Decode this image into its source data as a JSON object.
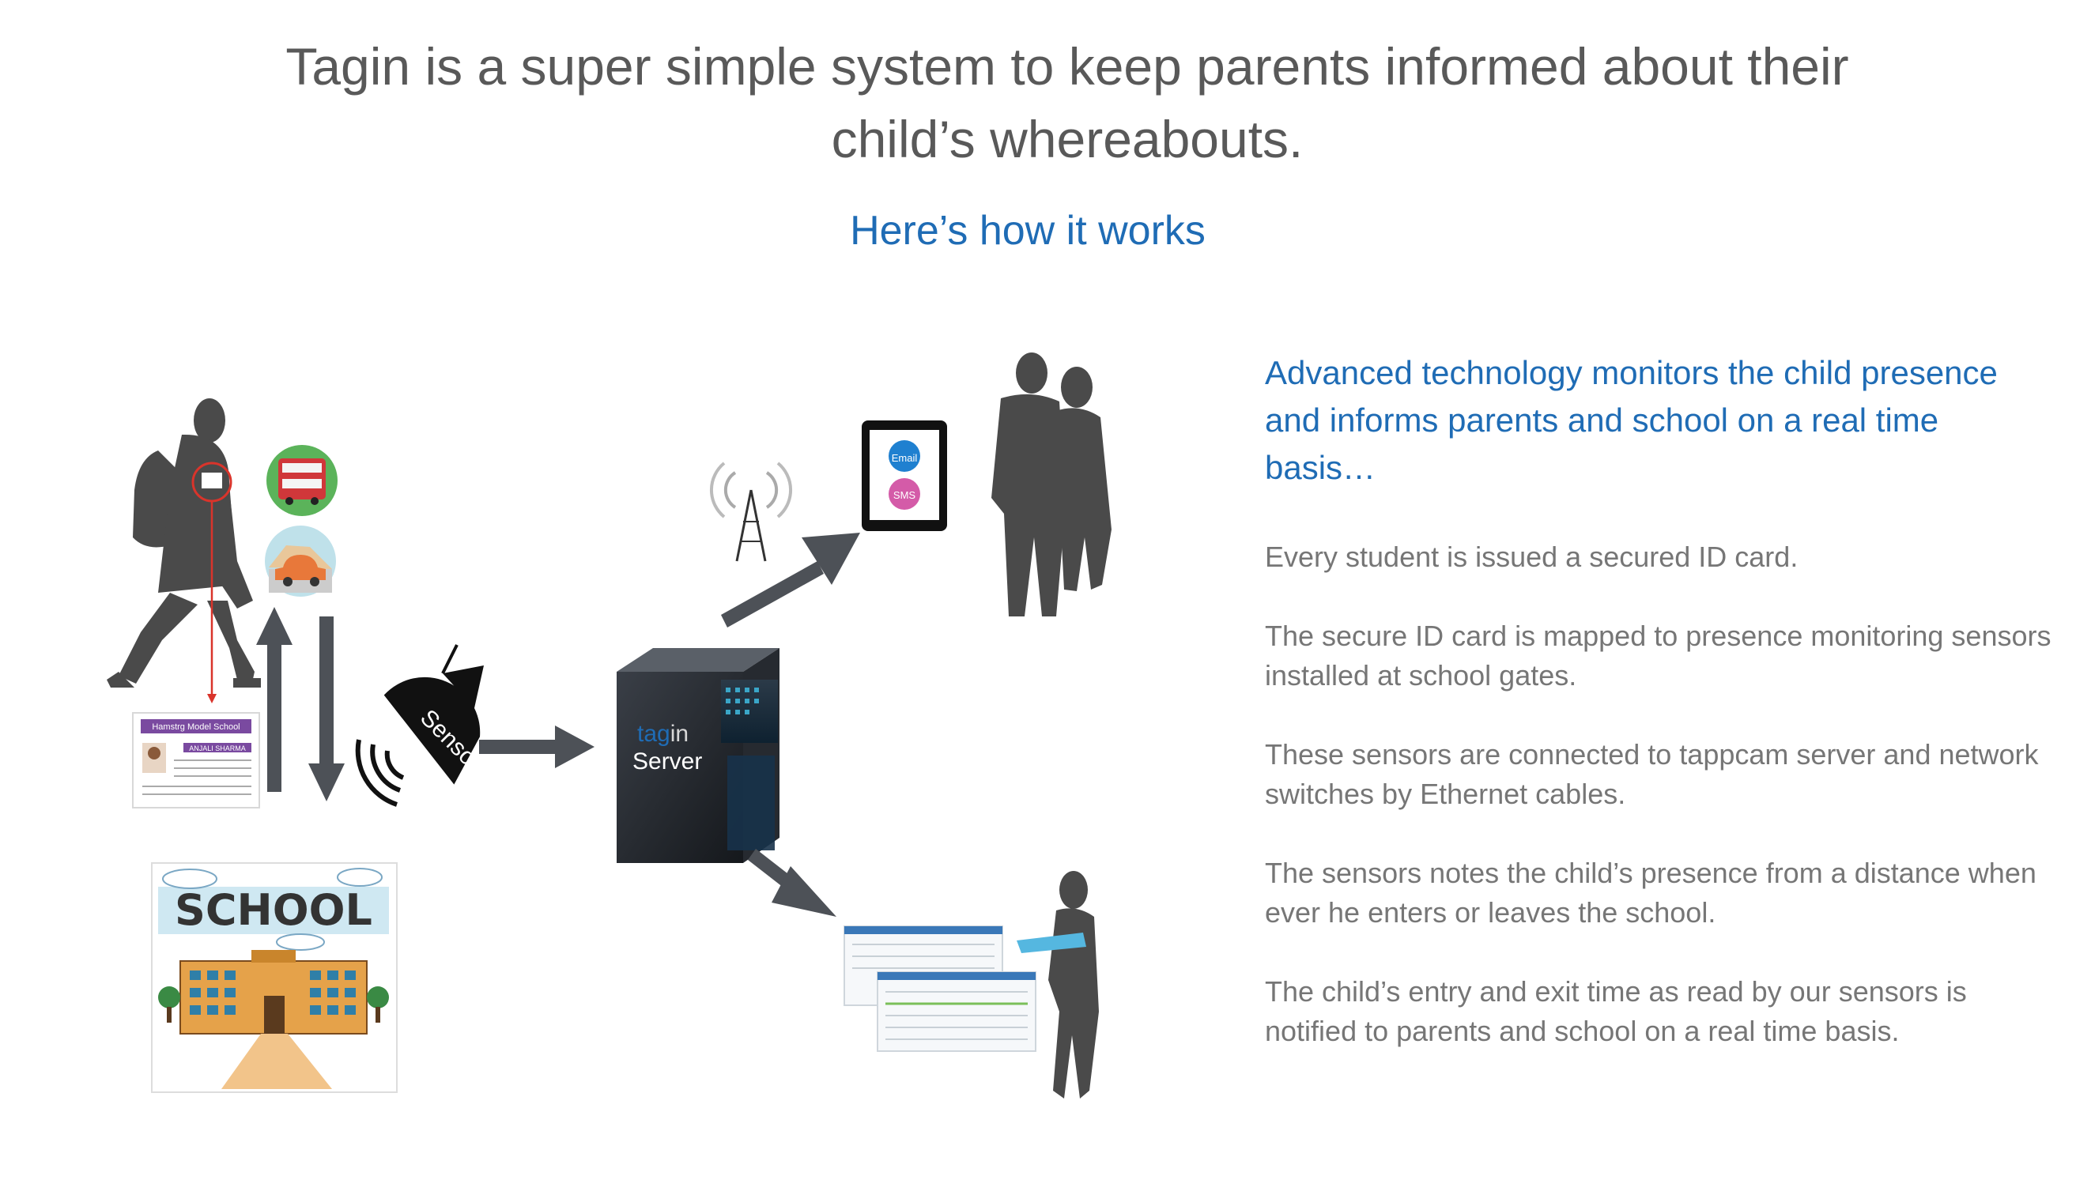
{
  "header": {
    "title": "Tagin is a super simple system to keep parents informed about their child’s whereabouts.",
    "subtitle": "Here’s how it works"
  },
  "diagram": {
    "server_brand_tag": "tag",
    "server_brand_in": "in",
    "server_label": "Server",
    "sensor_label": "Sensor",
    "school_label": "SCHOOL",
    "id_card_school": "Hamstrg Model School",
    "id_card_name": "ANJALI SHARMA",
    "tablet_email": "Email",
    "tablet_sms": "SMS"
  },
  "info": {
    "heading": "Advanced technology monitors the child presence and informs parents and school on a real time basis…",
    "steps": [
      "Every student is issued a  secured ID card.",
      "The secure ID card is mapped to presence monitoring sensors installed at school gates.",
      "These sensors are connected to tappcam server and network switches by Ethernet cables.",
      "The sensors  notes the child’s presence from a distance when ever he enters or leaves the school.",
      "The child’s entry and exit time  as read by our sensors  is notified to parents and school on  a real time  basis."
    ]
  },
  "colors": {
    "accent_blue": "#1f6cb5",
    "text_gray": "#767676",
    "arrow_gray": "#4d5157",
    "silhouette": "#4a4a4a"
  }
}
